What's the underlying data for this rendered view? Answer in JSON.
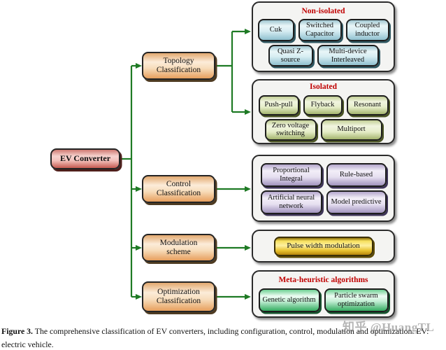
{
  "diagram": {
    "root": "EV Converter",
    "branches": {
      "topology": "Topology Classification",
      "control": "Control Classification",
      "modulation": "Modulation scheme",
      "optimization": "Optimization Classification"
    },
    "groups": {
      "non_isolated": {
        "title": "Non-isolated",
        "items": [
          "Cuk",
          "Switched Capacitor",
          "Coupled inductor",
          "Quasi Z-source",
          "Multi-device Interleaved"
        ]
      },
      "isolated": {
        "title": "Isolated",
        "items": [
          "Push-pull",
          "Flyback",
          "Resonant",
          "Zero voltage switching",
          "Multiport"
        ]
      },
      "control": {
        "items": [
          "Proportional Integral",
          "Rule-based",
          "Artificial neural network",
          "Model predictive"
        ]
      },
      "modulation": {
        "items": [
          "Pulse width modulation"
        ]
      },
      "meta_heuristic": {
        "title": "Meta-heuristic algorithms",
        "items": [
          "Genetic algorithm",
          "Particle swarm optimization"
        ]
      }
    }
  },
  "caption": {
    "label": "Figure 3.",
    "text": "The comprehensive classification of EV converters, including configuration, control, modulation and optimization. EV: electric vehicle."
  },
  "watermark": "知乎 @HuangTL",
  "colors": {
    "connector": "#1e7a24",
    "group_title": "#c00000",
    "group_background": "#f4f4f2"
  }
}
